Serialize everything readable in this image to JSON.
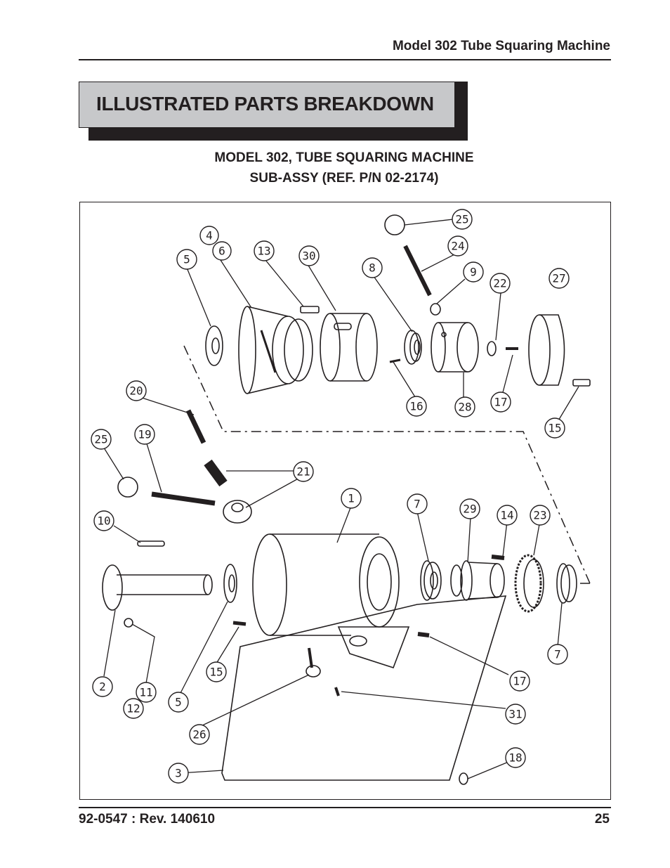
{
  "header": {
    "title": "Model 302 Tube Squaring Machine"
  },
  "banner": {
    "title": "ILLUSTRATED PARTS BREAKDOWN"
  },
  "subtitle": {
    "line1": "MODEL 302, TUBE SQUARING MACHINE",
    "line2": "SUB-ASSY (REF.  P/N 02-2174)"
  },
  "callouts": [
    "1",
    "2",
    "3",
    "4",
    "5",
    "5",
    "6",
    "7",
    "7",
    "8",
    "9",
    "10",
    "11",
    "12",
    "13",
    "14",
    "15",
    "15",
    "16",
    "17",
    "17",
    "18",
    "19",
    "20",
    "21",
    "22",
    "23",
    "24",
    "25",
    "25",
    "26",
    "27",
    "28",
    "29",
    "30",
    "31"
  ],
  "footer": {
    "doc_number": "92-0547 : Rev. 140610",
    "page_number": "25"
  }
}
